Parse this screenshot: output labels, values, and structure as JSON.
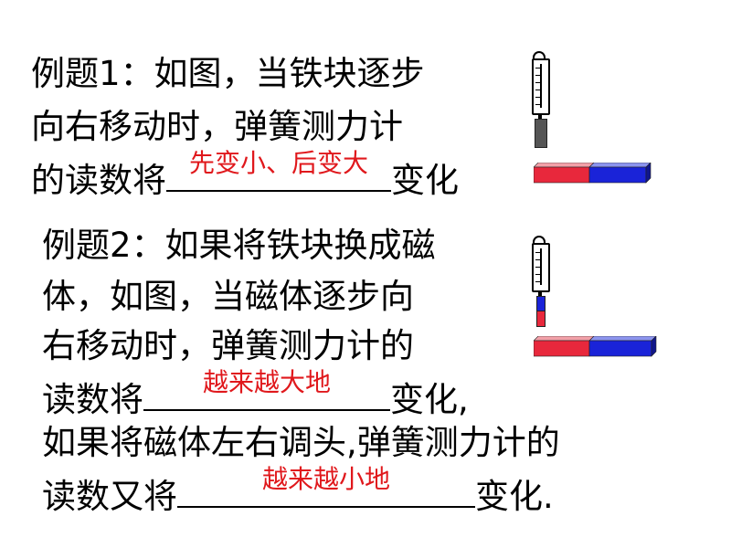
{
  "example1": {
    "line1": "例题1：如图，当铁块逐步",
    "line2": "向右移动时，弹簧测力计",
    "line3_pre": "的读数将",
    "line3_answer": "先变小、后变大",
    "line3_post": "变化"
  },
  "example2": {
    "line1": "例题2：如果将铁块换成磁",
    "line2": "体，如图，当磁体逐步向",
    "line3": "右移动时，弹簧测力计的",
    "line4_pre": "读数将",
    "line4_answer": "越来越大地",
    "line4_post": "变化,",
    "line5": "如果将磁体左右调头,弹簧测力计的",
    "line6_pre": "读数又将",
    "line6_answer": "越来越小地",
    "line6_post": "变化."
  },
  "colors": {
    "answer_text": "#e0181c",
    "iron_rod": "#555555",
    "magnet_red": "#e8283c",
    "magnet_blue": "#1a23d8",
    "magnet_red_top": "#f2a0a8",
    "magnet_blue_top": "#8c94ee"
  }
}
